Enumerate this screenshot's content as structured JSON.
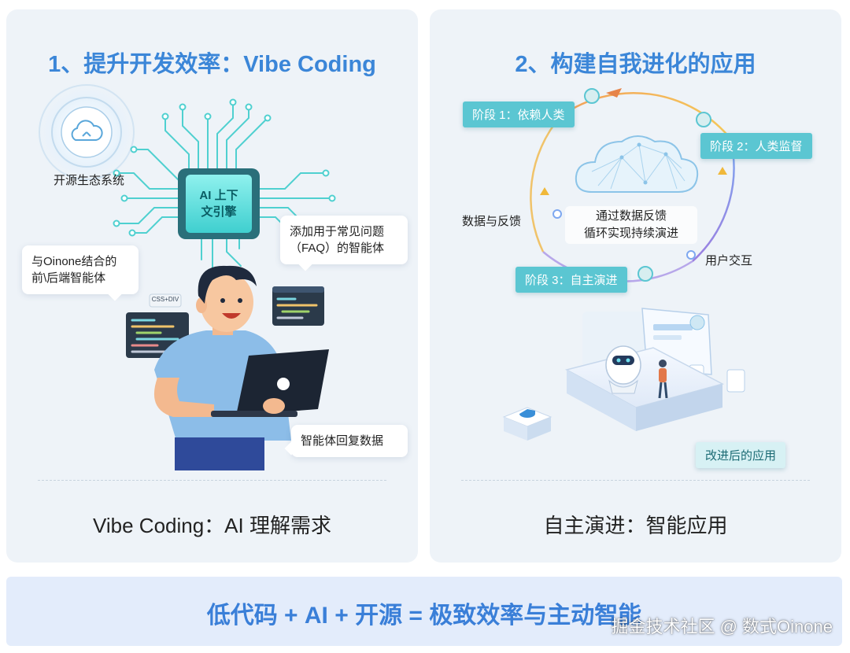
{
  "left_panel": {
    "title": "1、提升开发效率：Vibe Coding",
    "caption": "Vibe Coding：AI 理解需求",
    "labels": {
      "ecosystem": "开源生态系统",
      "frontend_backend": "与Oinone结合的\n前\\后端智能体",
      "faq_agent": "添加用于常见问题\n（FAQ）的智能体",
      "agent_reply": "智能体回复数据",
      "chip": "AI 上下\n文引擎",
      "css_tag": "CSS+DIV"
    }
  },
  "right_panel": {
    "title": "2、构建自我进化的应用",
    "caption": "自主演进：智能应用",
    "stages": {
      "stage1": "阶段 1：依赖人类",
      "stage2": "阶段 2：人类监督",
      "stage3": "阶段 3：自主演进"
    },
    "labels": {
      "data_feedback": "数据与反馈",
      "user_interaction": "用户交互",
      "center_note": "通过数据反馈\n循环实现持续演进",
      "improved_app": "改进后的应用"
    }
  },
  "banner": {
    "text": "低代码 + AI + 开源 = 极致效率与主动智能"
  },
  "watermark": "掘金技术社区 @ 数式Oinone",
  "colors": {
    "title_blue": "#3b86d8",
    "panel_bg": "#eef3f8",
    "banner_bg": "#e3ecfb",
    "stage_teal": "#5bc6d2",
    "circuit_teal": "#4fd0d0"
  }
}
